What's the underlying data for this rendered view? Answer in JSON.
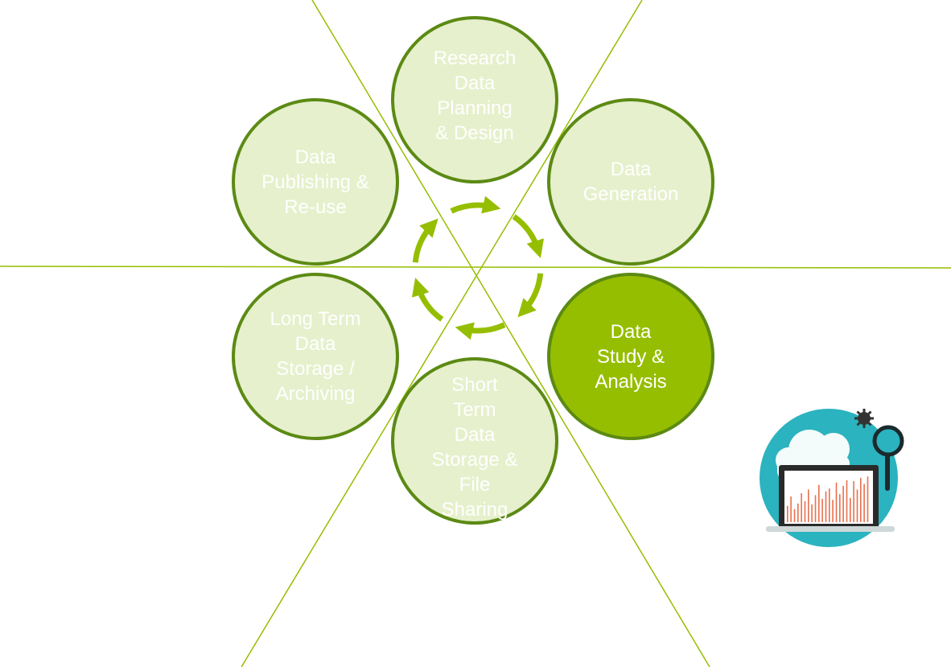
{
  "diagram": {
    "stages": [
      {
        "id": "research",
        "label": "Research\nData\nPlanning\n& Design",
        "active": false
      },
      {
        "id": "generation",
        "label": "Data\nGeneration",
        "active": false
      },
      {
        "id": "analysis",
        "label": "Data\nStudy &\nAnalysis",
        "active": true
      },
      {
        "id": "short-term",
        "label": "Short\nTerm\nData\nStorage &\nFile\nSharing",
        "active": false
      },
      {
        "id": "long-term",
        "label": "Long Term\nData\nStorage /\nArchiving",
        "active": false
      },
      {
        "id": "publishing",
        "label": "Data\nPublishing &\nRe-use",
        "active": false
      }
    ],
    "colors": {
      "node_fill_inactive": "#e6f0cc",
      "node_fill_active": "#96be00",
      "node_border": "#5c8a14",
      "cycle_arrows": "#96be00",
      "divider_lines": "#96be00",
      "label_text": "#ffffff"
    }
  },
  "illustration": {
    "icon": "cloud-analytics-laptop-icon",
    "bar_values": [
      0.35,
      0.55,
      0.28,
      0.4,
      0.62,
      0.45,
      0.7,
      0.38,
      0.58,
      0.8,
      0.5,
      0.66,
      0.72,
      0.48,
      0.85,
      0.6,
      0.78,
      0.9,
      0.52,
      0.88,
      0.7,
      0.95,
      0.82,
      0.98
    ],
    "colors": {
      "circle": "#2bb3bf",
      "bars": "#e8704e",
      "screen_frame": "#2a2a2a"
    }
  }
}
